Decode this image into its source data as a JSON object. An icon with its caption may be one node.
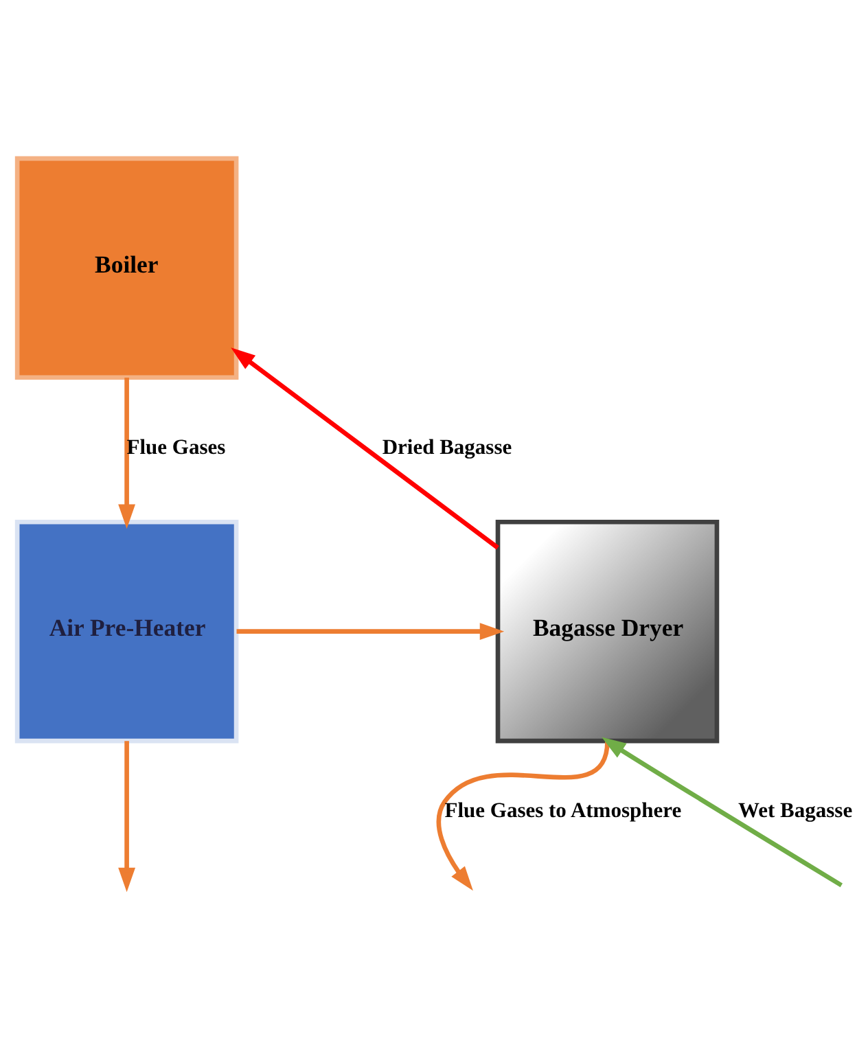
{
  "diagram": {
    "nodes": [
      {
        "text": [
          "Boiler"
        ]
      },
      {
        "text": [
          "Air Pre-Heater"
        ]
      },
      {
        "text": [
          "Bagasse Dryer"
        ]
      }
    ],
    "edges": [
      {
        "from": 0,
        "to": 1,
        "arrow": "to",
        "label": "Flue Gases"
      },
      {
        "from": 1,
        "to": 2,
        "arrow": "to"
      },
      {
        "from": 1,
        "to": null,
        "arrow": "to"
      },
      {
        "from": 2,
        "to": null,
        "arrow": "to",
        "label": "Flue Gases to Atmosphere"
      },
      {
        "from": null,
        "to": 2,
        "arrow": "to",
        "label": "Wet Bagasse",
        "color": "#70ad47"
      },
      {
        "from": 2,
        "to": 0,
        "arrow": "to",
        "label": "Dried Bagasse",
        "color": "#ff0000"
      }
    ]
  }
}
